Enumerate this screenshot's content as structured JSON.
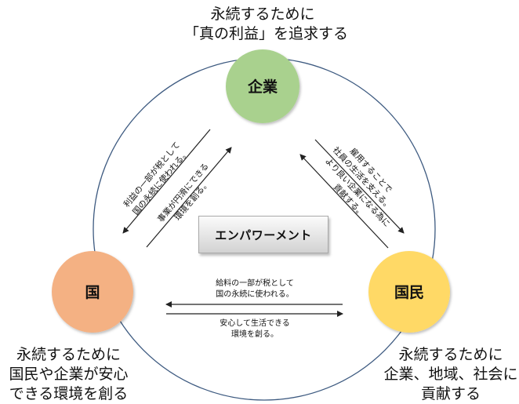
{
  "nodes": {
    "company": {
      "label": "企業",
      "color": "#a9d18e"
    },
    "nation": {
      "label": "国",
      "color": "#f4b183"
    },
    "citizen": {
      "label": "国民",
      "color": "#ffd966"
    }
  },
  "center": {
    "label": "エンパワーメント"
  },
  "captions": {
    "company": [
      "永続するために",
      "「真の利益」を追求する"
    ],
    "nation": [
      "永続するために",
      "国民や企業が安心",
      "できる環境を創る"
    ],
    "citizen": [
      "永続するために",
      "企業、地域、社会に",
      "貢献する"
    ]
  },
  "flows": {
    "company_to_nation": [
      "利益の一部が税として",
      "国の永続に使われる。"
    ],
    "nation_to_company": [
      "事業が円滑にできる",
      "環境を創る。"
    ],
    "company_to_citizen": [
      "雇用することで",
      "社員の生活を支える。"
    ],
    "citizen_to_company": [
      "より良い企業になる為に",
      "貢献する。"
    ],
    "citizen_to_nation": [
      "給料の一部が税として",
      "国の永続に使われる。"
    ],
    "nation_to_citizen": [
      "安心して生活できる",
      "環境を創る。"
    ]
  },
  "colors": {
    "ring": "#3d5a80",
    "arrow": "#222222"
  }
}
